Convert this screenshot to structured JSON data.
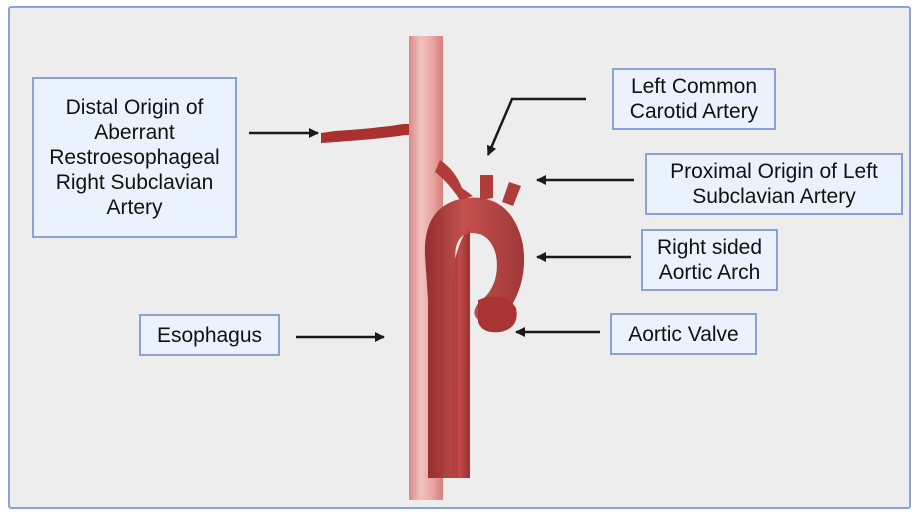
{
  "labels": {
    "distal_origin": "Distal Origin of\nAberrant\nRestroesophageal\nRight Subclavian\nArtery",
    "left_common_carotid": "Left Common\nCarotid Artery",
    "proximal_origin": "Proximal Origin of Left\nSubclavian Artery",
    "right_aortic_arch": "Right sided\nAortic Arch",
    "esophagus": "Esophagus",
    "aortic_valve": "Aortic Valve"
  },
  "colors": {
    "background": "#ededed",
    "box_fill": "#eaf2fd",
    "box_border": "#8aa2d6",
    "artery": "#b8413f",
    "artery_dark": "#8e2a2a",
    "esophagus": "#e9a4a1",
    "arrow": "#1a1a1a"
  }
}
